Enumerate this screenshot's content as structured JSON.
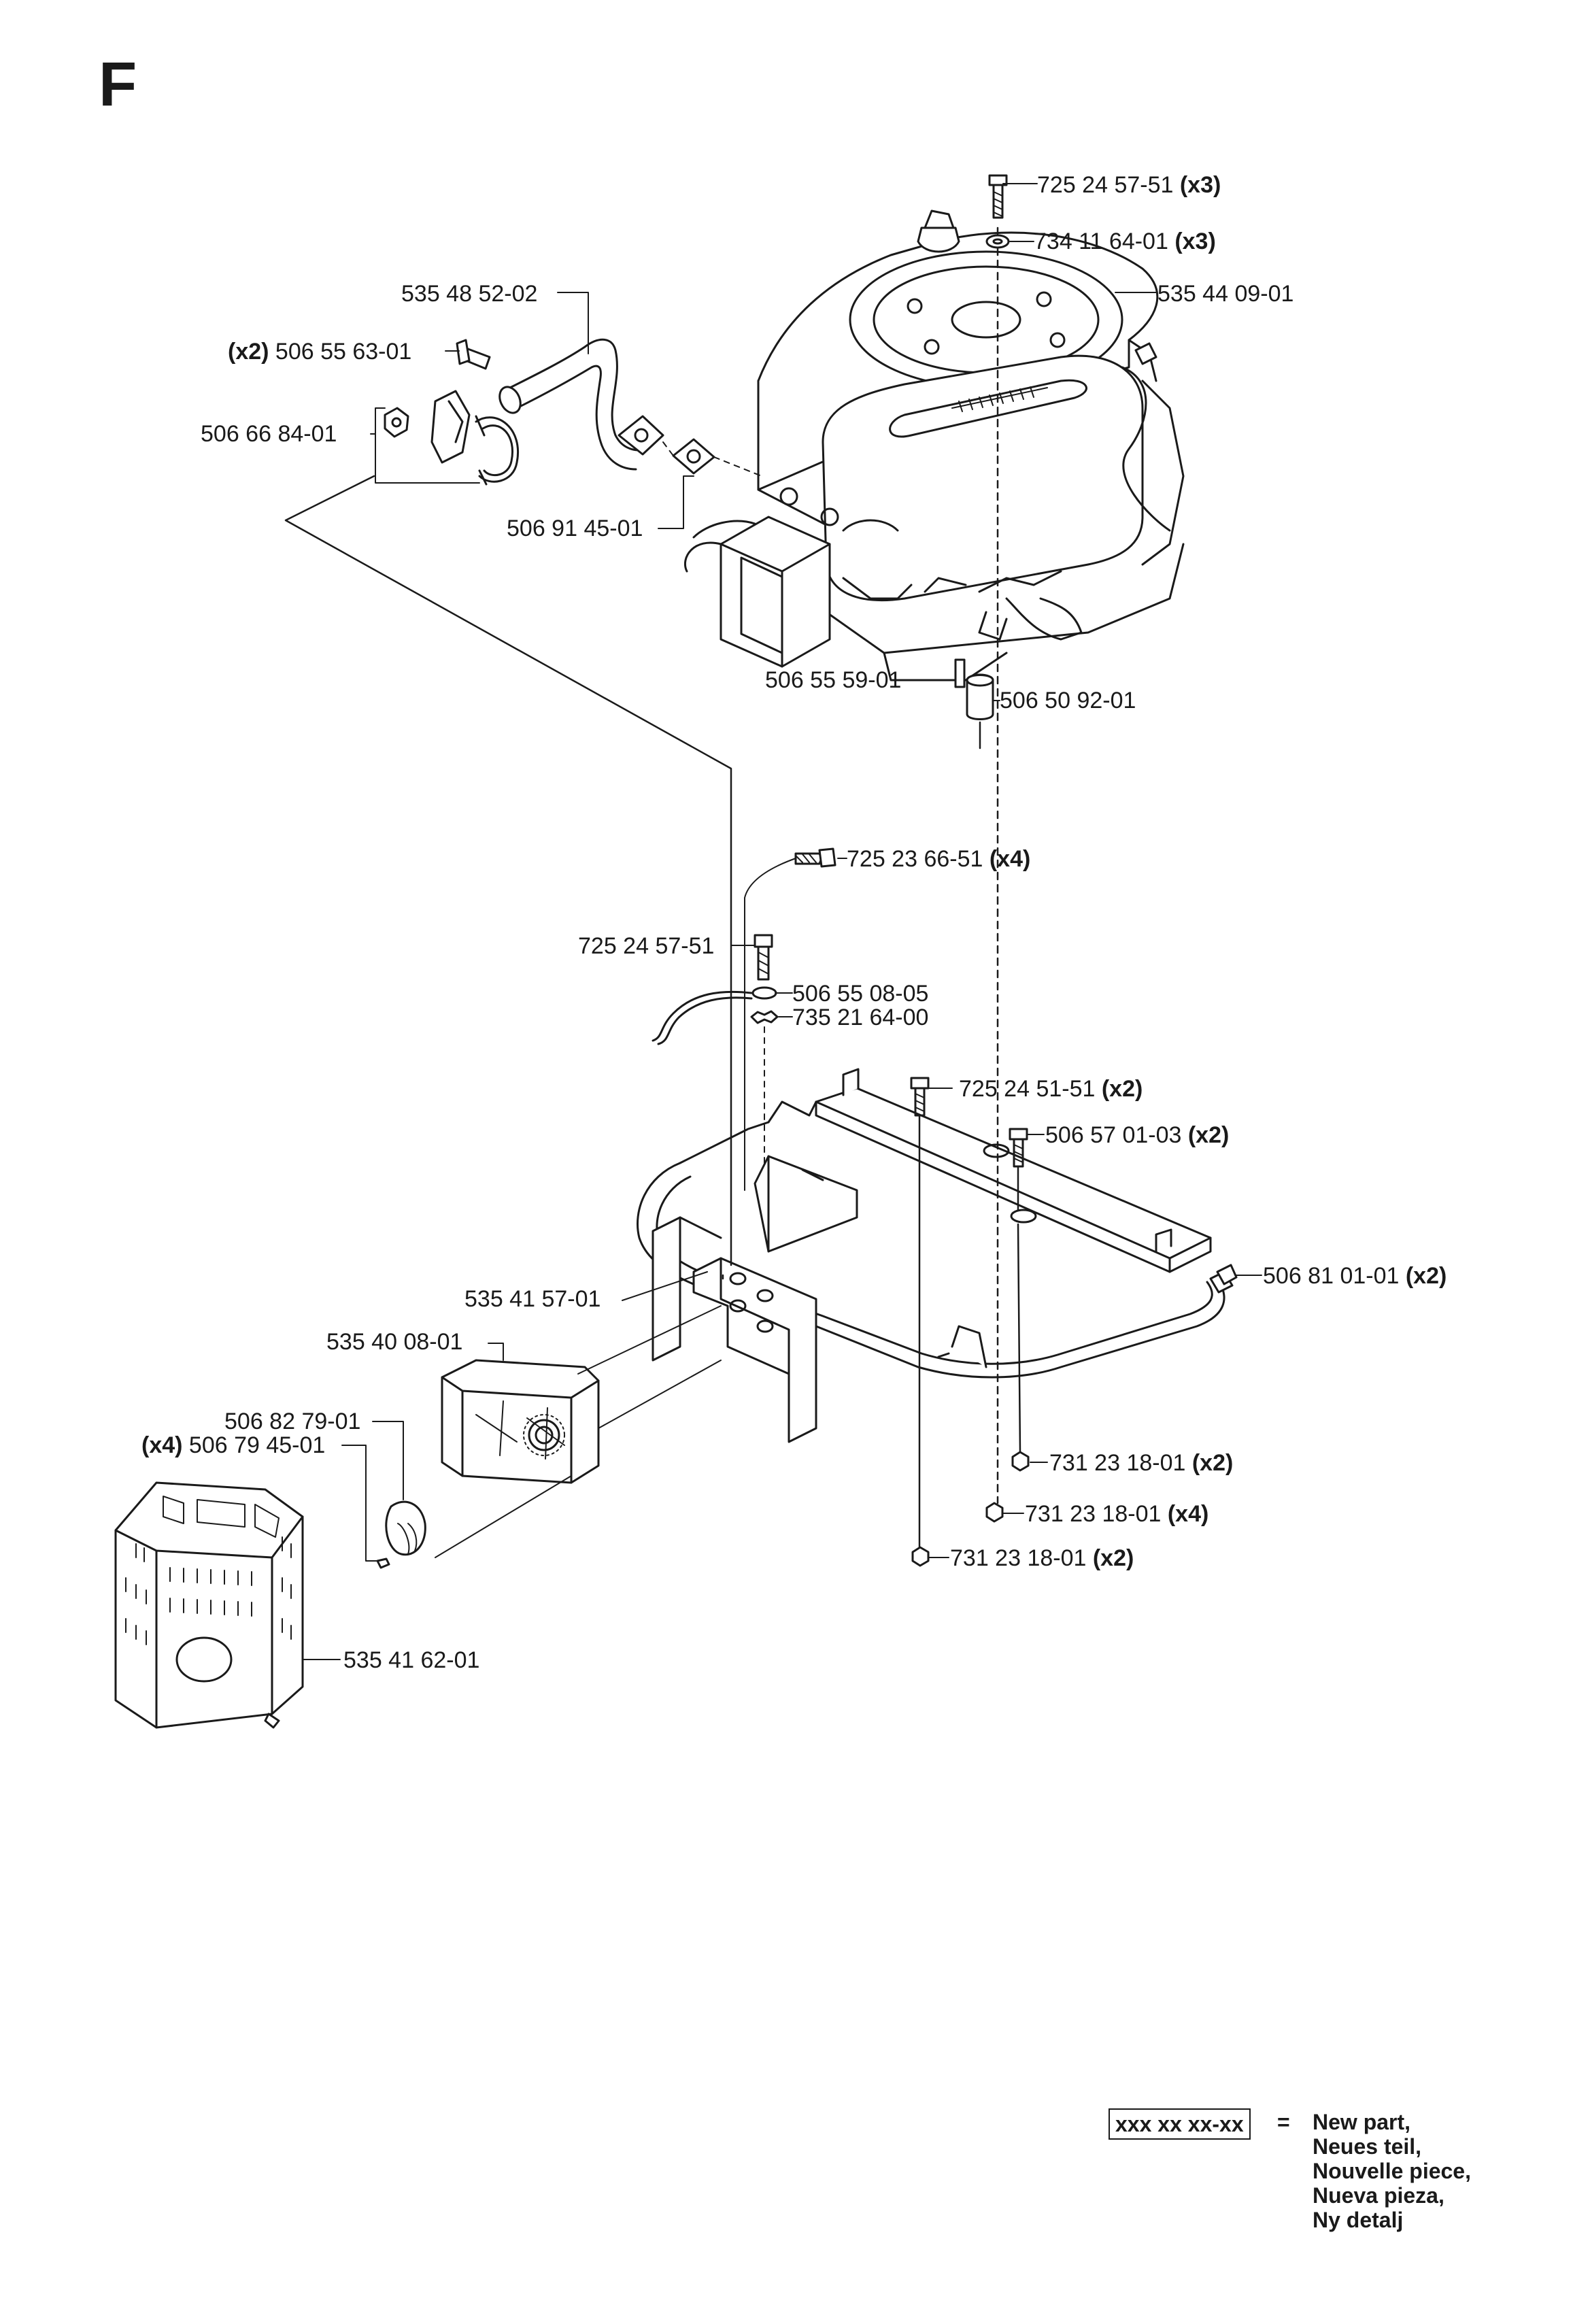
{
  "sheet": {
    "letter": "F"
  },
  "parts": [
    {
      "id": "p1",
      "number": "725 24 57-51",
      "qty": "(x3)"
    },
    {
      "id": "p2",
      "number": "734 11 64-01",
      "qty": "(x3)"
    },
    {
      "id": "p3",
      "number": "535 44 09-01",
      "qty": ""
    },
    {
      "id": "p4",
      "number": "535 48 52-02",
      "qty": ""
    },
    {
      "id": "p5",
      "number": "506 55 63-01",
      "qty": "(x2)"
    },
    {
      "id": "p6",
      "number": "506 66 84-01",
      "qty": ""
    },
    {
      "id": "p7",
      "number": "506 91 45-01",
      "qty": ""
    },
    {
      "id": "p8",
      "number": "506 55 59-01",
      "qty": ""
    },
    {
      "id": "p9",
      "number": "506 50 92-01",
      "qty": ""
    },
    {
      "id": "p10",
      "number": "725 23 66-51",
      "qty": "(x4)"
    },
    {
      "id": "p11",
      "number": "725 24 57-51",
      "qty": ""
    },
    {
      "id": "p12",
      "number": "506 55 08-05",
      "qty": ""
    },
    {
      "id": "p13",
      "number": "735 21 64-00",
      "qty": ""
    },
    {
      "id": "p14",
      "number": "725 24 51-51",
      "qty": "(x2)"
    },
    {
      "id": "p15",
      "number": "506 57 01-03",
      "qty": "(x2)"
    },
    {
      "id": "p16",
      "number": "506 81 01-01",
      "qty": "(x2)"
    },
    {
      "id": "p17",
      "number": "535 41 57-01",
      "qty": ""
    },
    {
      "id": "p18",
      "number": "535 40 08-01",
      "qty": ""
    },
    {
      "id": "p19",
      "number": "506 82 79-01",
      "qty": ""
    },
    {
      "id": "p20",
      "number": "506 79 45-01",
      "qty": "(x4)"
    },
    {
      "id": "p21",
      "number": "731 23 18-01",
      "qty": "(x2)"
    },
    {
      "id": "p22",
      "number": "731 23 18-01",
      "qty": "(x4)"
    },
    {
      "id": "p23",
      "number": "731 23 18-01",
      "qty": "(x2)"
    },
    {
      "id": "p24",
      "number": "535 41 62-01",
      "qty": ""
    }
  ],
  "legend": {
    "code": "xxx xx xx-xx",
    "equals": "=",
    "lines": [
      "New part,",
      "Neues teil,",
      "Nouvelle piece,",
      "Nueva pieza,",
      "Ny detalj"
    ]
  }
}
